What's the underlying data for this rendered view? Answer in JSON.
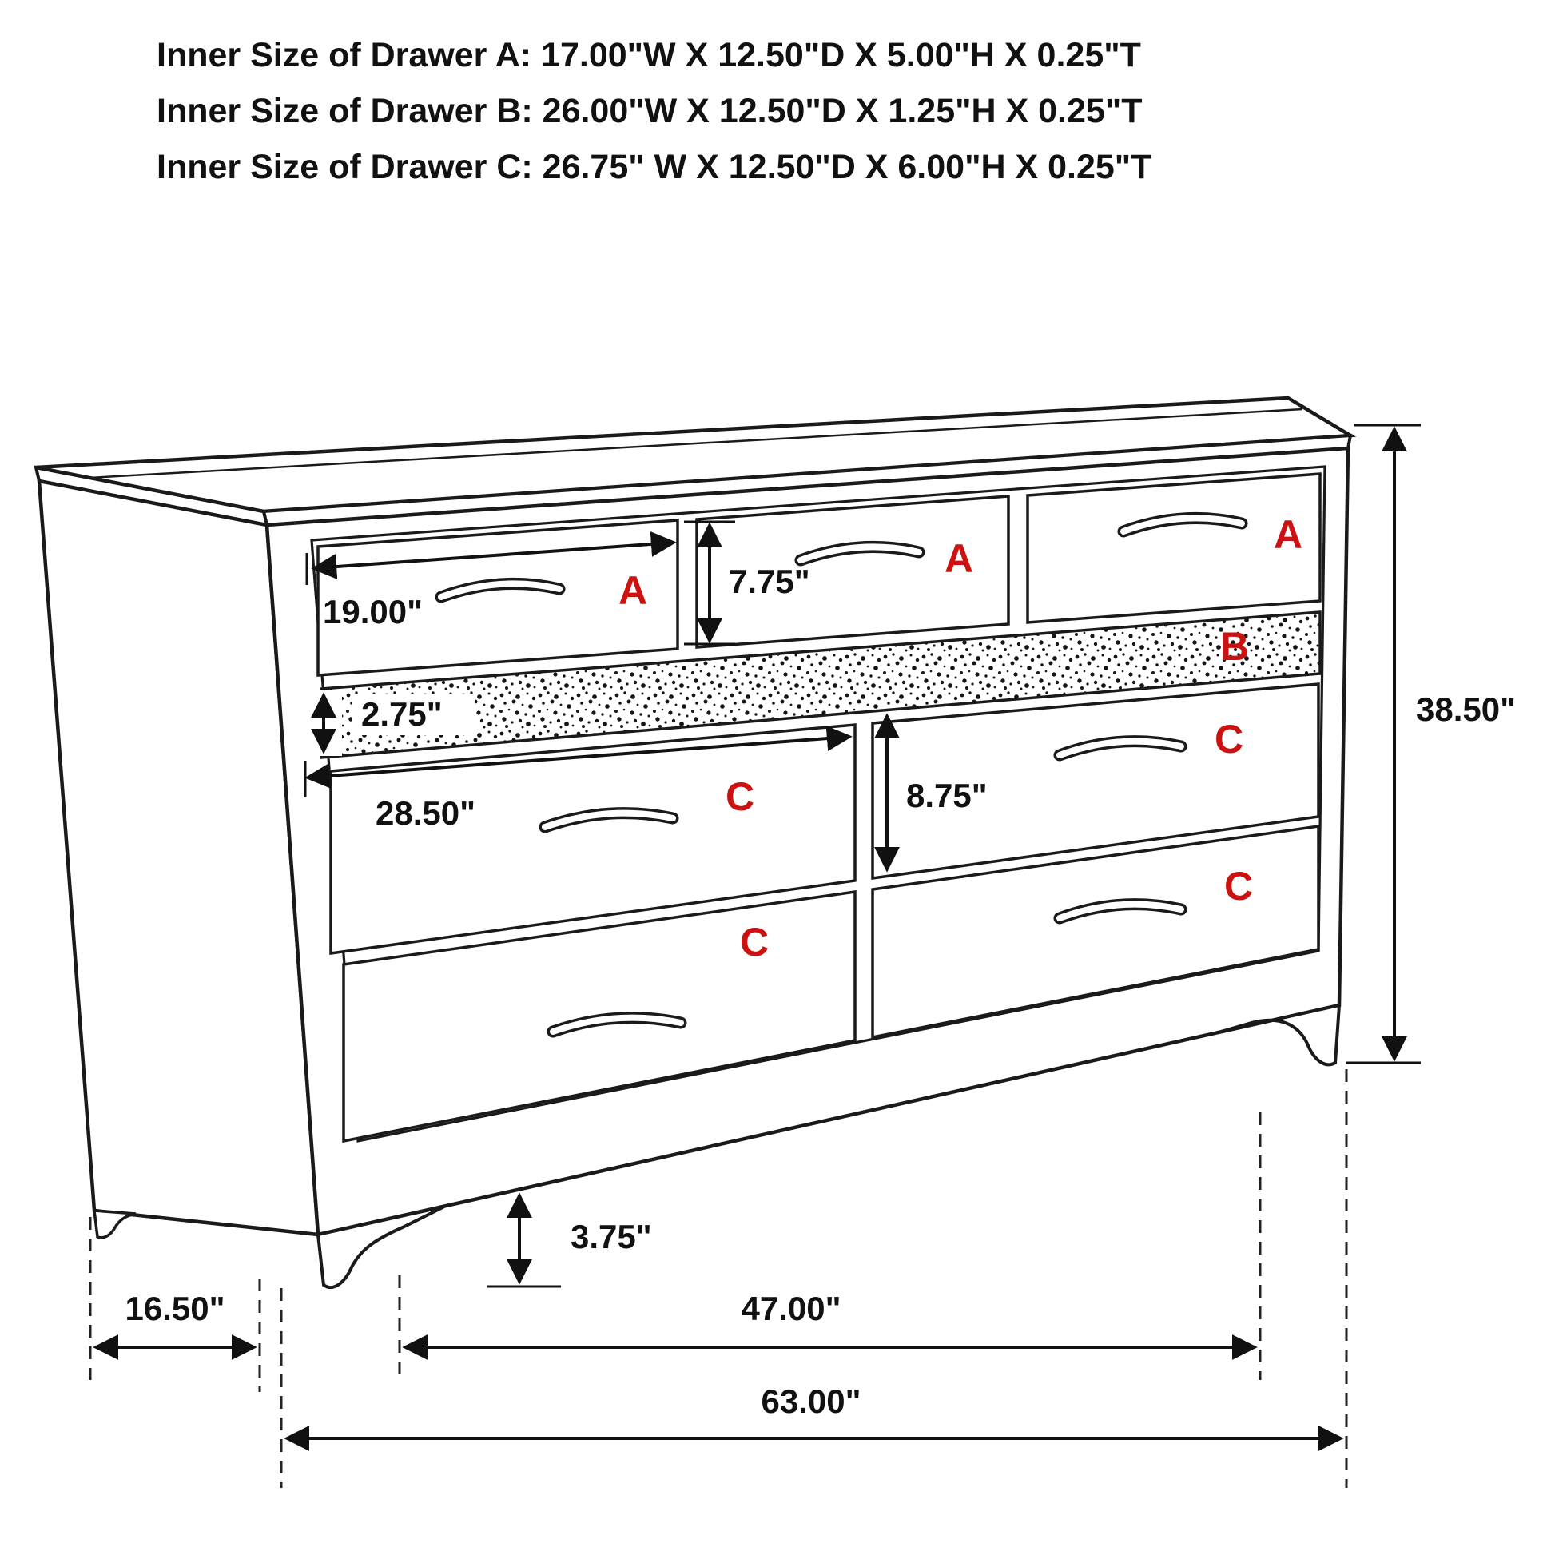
{
  "header": {
    "lines": [
      "Inner Size of Drawer A: 17.00\"W X 12.50\"D X 5.00\"H X 0.25\"T",
      "Inner Size of Drawer B: 26.00\"W X 12.50\"D X 1.25\"H X 0.25\"T",
      "Inner Size of Drawer C: 26.75\" W X 12.50\"D X 6.00\"H X 0.25\"T"
    ]
  },
  "drawer_labels": {
    "a_top_left": "A",
    "a_top_middle": "A",
    "a_top_right": "A",
    "b_strip": "B",
    "c_mid_right": "C",
    "c_mid_left": "C",
    "c_bottom_right": "C",
    "c_bottom_left": "C"
  },
  "dimension_labels": {
    "drawer_a_width": "19.00\"",
    "drawer_a_height": "7.75\"",
    "drawer_b_height": "2.75\"",
    "drawer_c_width": "28.50\"",
    "drawer_c_height": "8.75\"",
    "total_height": "38.50\"",
    "foot_height": "3.75\"",
    "depth": "16.50\"",
    "feet_span": "47.00\"",
    "total_width": "63.00\""
  },
  "colors": {
    "label_red": "#cc1111",
    "line_black": "#1a1a1a",
    "text_black": "#111111"
  }
}
